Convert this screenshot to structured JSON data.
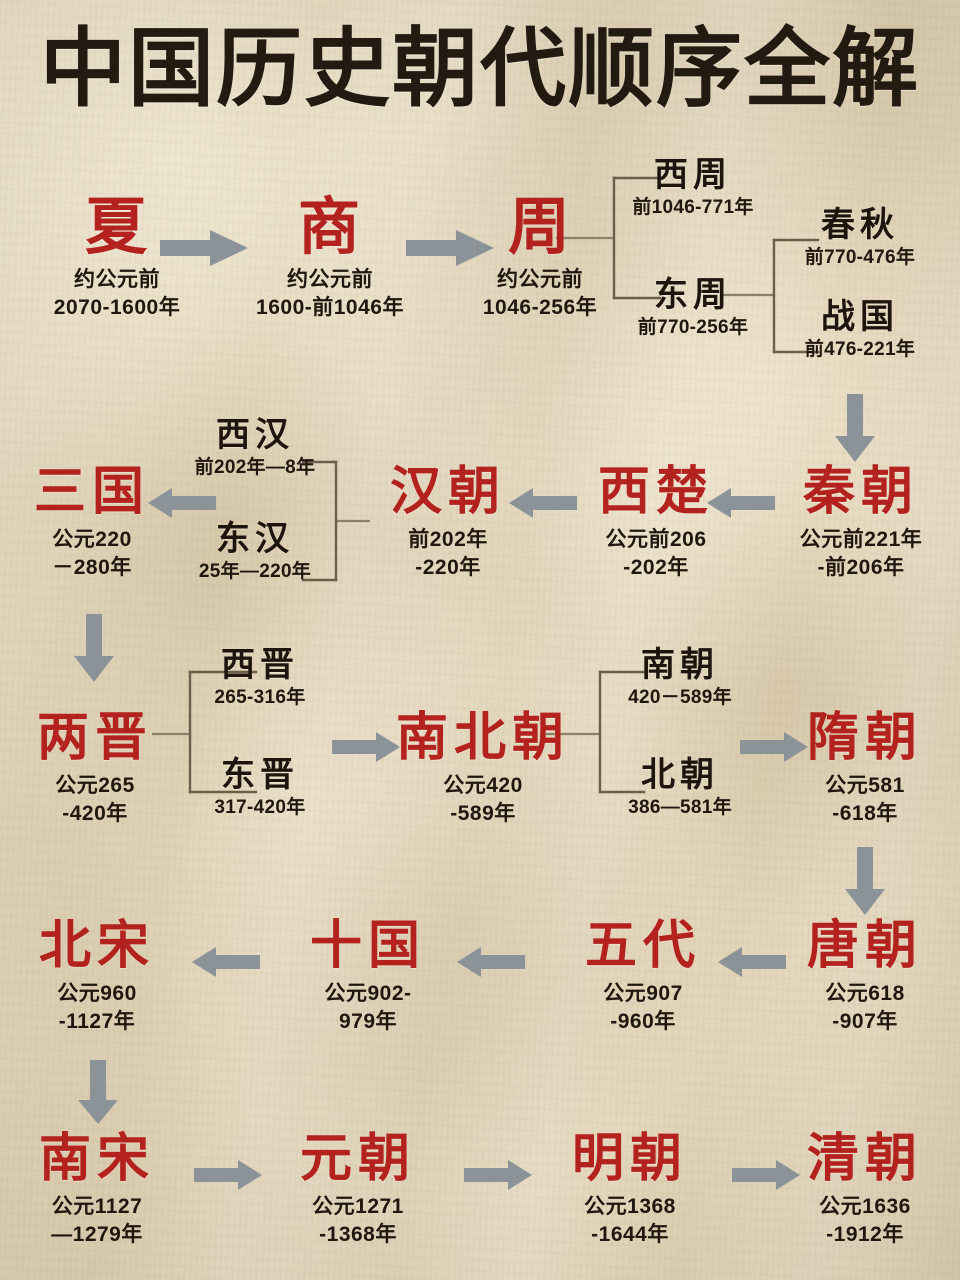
{
  "poster": {
    "title": "中国历史朝代顺序全解",
    "colors": {
      "background": "#e3d7bd",
      "title_text": "#231a12",
      "dynasty_red": "#b3221f",
      "sub_text": "#1d150e",
      "arrow_gray": "#8b9399",
      "bracket_line": "#6b5f4c"
    }
  },
  "chart_data": {
    "type": "diagram",
    "title": "中国历史朝代顺序全解",
    "nodes": [
      {
        "id": "xia",
        "name": "夏",
        "date": "约公元前\n2070-1600年",
        "level": "main"
      },
      {
        "id": "shang",
        "name": "商",
        "date": "约公元前\n1600-前1046年",
        "level": "main"
      },
      {
        "id": "zhou",
        "name": "周",
        "date": "约公元前\n1046-256年",
        "level": "main"
      },
      {
        "id": "xizhou",
        "name": "西周",
        "date": "前1046-771年",
        "level": "sub"
      },
      {
        "id": "dongzhou",
        "name": "东周",
        "date": "前770-256年",
        "level": "sub"
      },
      {
        "id": "chunqiu",
        "name": "春秋",
        "date": "前770-476年",
        "level": "sub"
      },
      {
        "id": "zhanguo",
        "name": "战国",
        "date": "前476-221年",
        "level": "sub"
      },
      {
        "id": "qin",
        "name": "秦朝",
        "date": "公元前221年\n-前206年",
        "level": "main"
      },
      {
        "id": "xichu",
        "name": "西楚",
        "date": "公元前206\n-202年",
        "level": "main"
      },
      {
        "id": "han",
        "name": "汉朝",
        "date": "前202年\n-220年",
        "level": "main"
      },
      {
        "id": "xihan",
        "name": "西汉",
        "date": "前202年—8年",
        "level": "sub"
      },
      {
        "id": "donghan",
        "name": "东汉",
        "date": "25年—220年",
        "level": "sub"
      },
      {
        "id": "sanguo",
        "name": "三国",
        "date": "公元220\n－280年",
        "level": "main"
      },
      {
        "id": "liangjin",
        "name": "两晋",
        "date": "公元265\n-420年",
        "level": "main"
      },
      {
        "id": "xijin",
        "name": "西晋",
        "date": "265-316年",
        "level": "sub"
      },
      {
        "id": "dongjin",
        "name": "东晋",
        "date": "317-420年",
        "level": "sub"
      },
      {
        "id": "nanbei",
        "name": "南北朝",
        "date": "公元420\n-589年",
        "level": "main"
      },
      {
        "id": "nanchao",
        "name": "南朝",
        "date": "420－589年",
        "level": "sub"
      },
      {
        "id": "beichao",
        "name": "北朝",
        "date": "386—581年",
        "level": "sub"
      },
      {
        "id": "sui",
        "name": "隋朝",
        "date": "公元581\n-618年",
        "level": "main"
      },
      {
        "id": "tang",
        "name": "唐朝",
        "date": "公元618\n-907年",
        "level": "main"
      },
      {
        "id": "wudai",
        "name": "五代",
        "date": "公元907\n-960年",
        "level": "main"
      },
      {
        "id": "shiguo",
        "name": "十国",
        "date": "公元902-\n979年",
        "level": "main"
      },
      {
        "id": "beisong",
        "name": "北宋",
        "date": "公元960\n-1127年",
        "level": "main"
      },
      {
        "id": "nansong",
        "name": "南宋",
        "date": "公元1127\n—1279年",
        "level": "main"
      },
      {
        "id": "yuan",
        "name": "元朝",
        "date": "公元1271\n-1368年",
        "level": "main"
      },
      {
        "id": "ming",
        "name": "明朝",
        "date": "公元1368\n-1644年",
        "level": "main"
      },
      {
        "id": "qing",
        "name": "清朝",
        "date": "公元1636\n-1912年",
        "level": "main"
      }
    ],
    "edges": [
      {
        "from": "xia",
        "to": "shang",
        "kind": "arrow-right"
      },
      {
        "from": "shang",
        "to": "zhou",
        "kind": "arrow-right"
      },
      {
        "from": "zhou",
        "to": "xizhou",
        "kind": "bracket"
      },
      {
        "from": "zhou",
        "to": "dongzhou",
        "kind": "bracket"
      },
      {
        "from": "dongzhou",
        "to": "chunqiu",
        "kind": "bracket"
      },
      {
        "from": "dongzhou",
        "to": "zhanguo",
        "kind": "bracket"
      },
      {
        "from": "zhanguo",
        "to": "qin",
        "kind": "arrow-down"
      },
      {
        "from": "qin",
        "to": "xichu",
        "kind": "arrow-left"
      },
      {
        "from": "xichu",
        "to": "han",
        "kind": "arrow-left"
      },
      {
        "from": "han",
        "to": "xihan",
        "kind": "bracket"
      },
      {
        "from": "han",
        "to": "donghan",
        "kind": "bracket"
      },
      {
        "from": "xihan",
        "to": "sanguo",
        "kind": "arrow-left"
      },
      {
        "from": "sanguo",
        "to": "liangjin",
        "kind": "arrow-down"
      },
      {
        "from": "liangjin",
        "to": "xijin",
        "kind": "bracket"
      },
      {
        "from": "liangjin",
        "to": "dongjin",
        "kind": "bracket"
      },
      {
        "from": "dongjin",
        "to": "nanbei",
        "kind": "arrow-right"
      },
      {
        "from": "nanbei",
        "to": "nanchao",
        "kind": "bracket"
      },
      {
        "from": "nanbei",
        "to": "beichao",
        "kind": "bracket"
      },
      {
        "from": "beichao",
        "to": "sui",
        "kind": "arrow-right"
      },
      {
        "from": "sui",
        "to": "tang",
        "kind": "arrow-down"
      },
      {
        "from": "tang",
        "to": "wudai",
        "kind": "arrow-left"
      },
      {
        "from": "wudai",
        "to": "shiguo",
        "kind": "arrow-left"
      },
      {
        "from": "shiguo",
        "to": "beisong",
        "kind": "arrow-left"
      },
      {
        "from": "beisong",
        "to": "nansong",
        "kind": "arrow-down"
      },
      {
        "from": "nansong",
        "to": "yuan",
        "kind": "arrow-right"
      },
      {
        "from": "yuan",
        "to": "ming",
        "kind": "arrow-right"
      },
      {
        "from": "ming",
        "to": "qing",
        "kind": "arrow-right"
      }
    ]
  }
}
